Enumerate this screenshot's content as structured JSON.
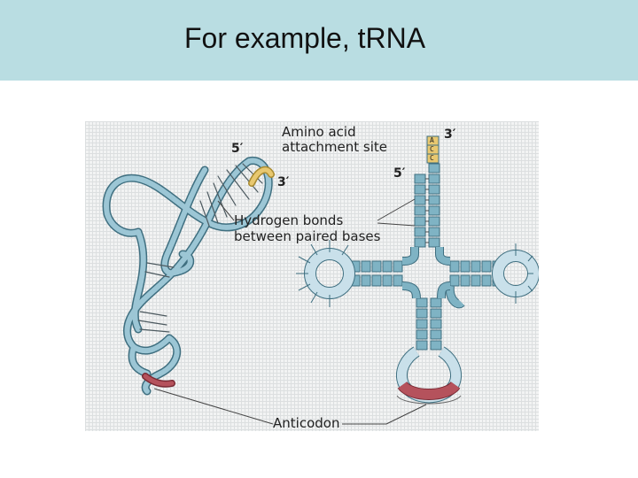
{
  "slide": {
    "title": "For example, tRNA"
  },
  "diagram": {
    "label_amino_acid_line1": "Amino acid",
    "label_amino_acid_line2": "attachment site",
    "label_hbonds_line1": "Hydrogen bonds",
    "label_hbonds_line2": "between paired bases",
    "label_anticodon": "Anticodon",
    "label_5prime_left": "5′",
    "label_3prime_left": "3′",
    "label_5prime_right": "5′",
    "label_3prime_right": "3′",
    "acceptor_bases": [
      "A",
      "C",
      "C"
    ],
    "colors": {
      "strand": "#7fb3c4",
      "strand_dark": "#4d8799",
      "loop_light": "#c9e0ea",
      "anticodon": "#b5525c",
      "amino_end": "#e8c870",
      "header": "#b9dde2"
    }
  }
}
